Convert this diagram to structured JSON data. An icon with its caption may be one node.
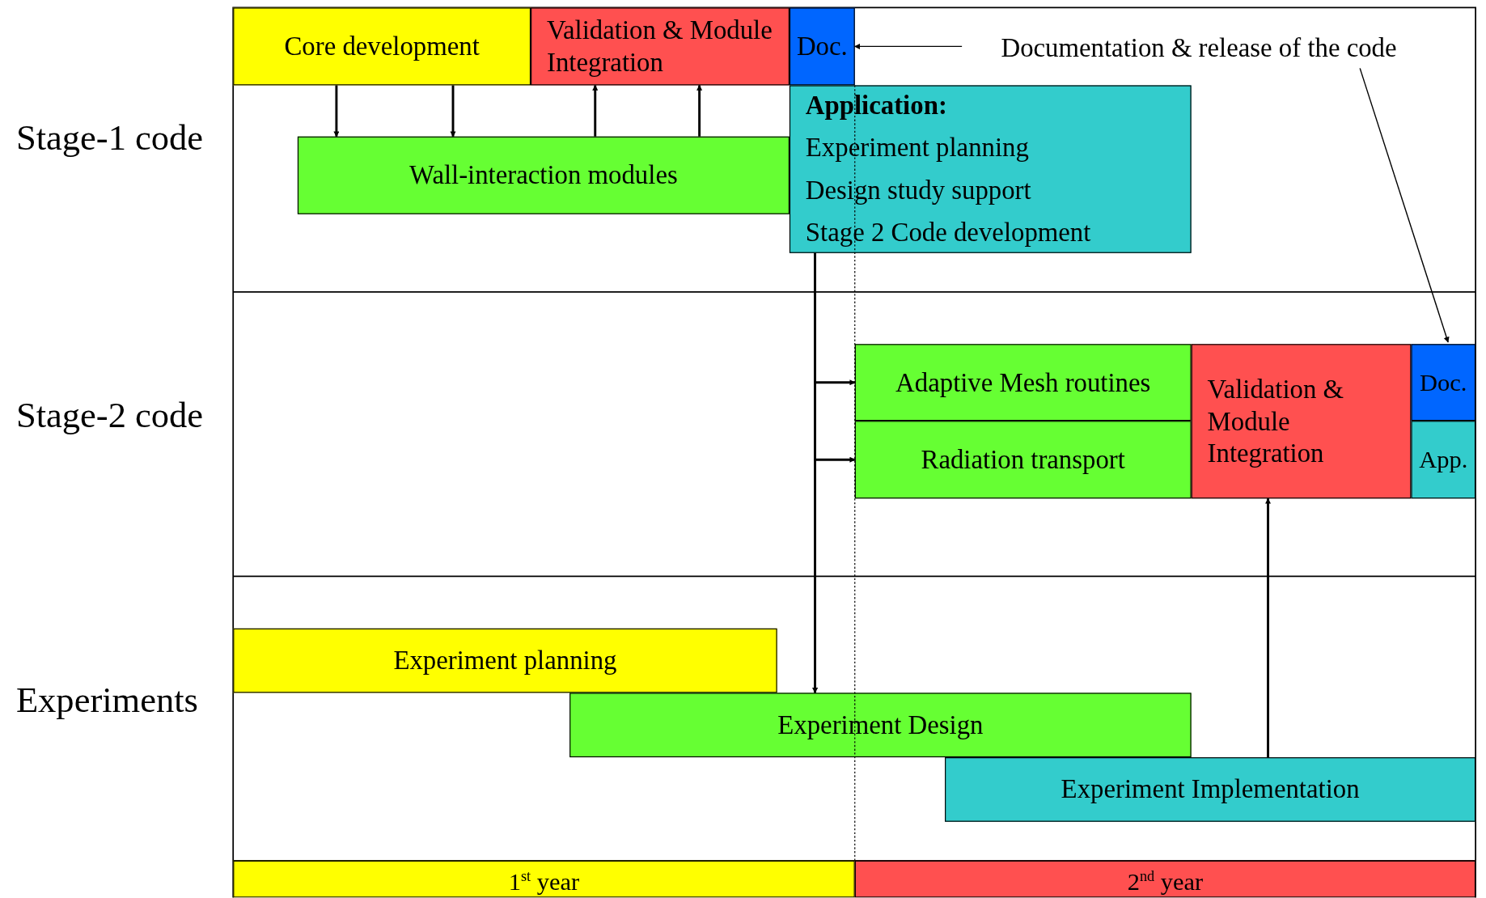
{
  "diagram": {
    "nodes": [
      {
        "text": [
          "Core development"
        ]
      },
      {
        "text": [
          "Validation & Module Integration"
        ]
      },
      {
        "text": [
          "Doc."
        ]
      },
      {
        "text": [
          "Documentation & release of the code"
        ]
      },
      {
        "text": [
          "Wall-interaction modules"
        ]
      },
      {
        "text": [
          "Application:",
          "Experiment planning",
          "Design study support",
          "Stage 2 Code development"
        ]
      },
      {
        "text": [
          "Adaptive Mesh routines"
        ]
      },
      {
        "text": [
          "Radiation transport"
        ]
      },
      {
        "text": [
          "Validation & Module Integration"
        ]
      },
      {
        "text": [
          "Doc."
        ]
      },
      {
        "text": [
          "App."
        ]
      },
      {
        "text": [
          "Experiment planning"
        ]
      },
      {
        "text": [
          "Experiment Design"
        ]
      },
      {
        "text": [
          "Experiment Implementation"
        ]
      },
      {
        "text": [
          "1$^{st}$ year"
        ]
      },
      {
        "text": [
          "2$^{nd}$ year"
        ]
      }
    ],
    "edges": [
      {
        "from": 3,
        "to": 2,
        "arrow": "to"
      },
      {
        "from": 3,
        "to": 9,
        "arrow": "to"
      },
      {
        "from": 0,
        "to": 4,
        "arrow": "to"
      },
      {
        "from": 0,
        "to": 4,
        "arrow": "to"
      },
      {
        "from": 4,
        "to": 1,
        "arrow": "to"
      },
      {
        "from": 4,
        "to": 1,
        "arrow": "to"
      },
      {
        "from": 5,
        "to": 6,
        "arrow": "to"
      },
      {
        "from": 5,
        "to": 7,
        "arrow": "to"
      },
      {
        "from": 5,
        "to": 12,
        "arrow": "to"
      },
      {
        "from": 13,
        "to": 8,
        "arrow": "to"
      }
    ],
    "labels": [
      "Stage-1 code",
      "Stage-2 code",
      "Experiments"
    ]
  }
}
